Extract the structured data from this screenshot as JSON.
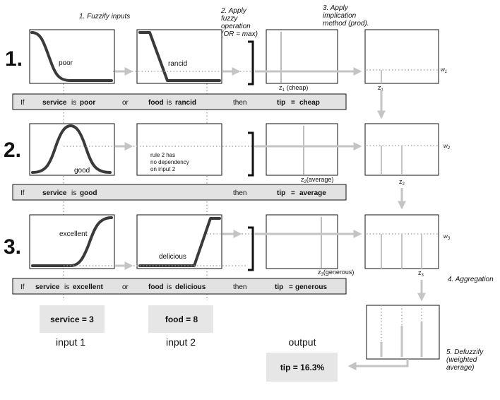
{
  "steps": {
    "fuzzify": "1. Fuzzify inputs",
    "apply_op": [
      "2. Apply",
      "fuzzy",
      "operation",
      "(OR = max)"
    ],
    "implication": [
      "3. Apply",
      "implication",
      "method (prod)."
    ],
    "aggregation": "4. Aggregation",
    "defuzzify": [
      "5. Defuzzify",
      "(weighted",
      "average)"
    ]
  },
  "rule_numbers": [
    "1.",
    "2.",
    "3."
  ],
  "rules": [
    {
      "if": "If",
      "input1": "service",
      "is1": "is",
      "term1": "poor",
      "op": "or",
      "input2": "food",
      "is2": "is",
      "term2": "rancid",
      "then": "then",
      "output": "tip",
      "eq": "=",
      "out_term": "cheap"
    },
    {
      "if": "If",
      "input1": "service",
      "is1": "is",
      "term1": "good",
      "op": "",
      "input2": "",
      "is2": "",
      "term2": "",
      "then": "then",
      "output": "tip",
      "eq": "=",
      "out_term": "average"
    },
    {
      "if": "If",
      "input1": "service",
      "is1": "is",
      "term1": "excellent",
      "op": "or",
      "input2": "food",
      "is2": "is",
      "term2": "delicious",
      "then": "then",
      "output": "tip",
      "eq": "=",
      "out_term": "generous"
    }
  ],
  "mf_labels": {
    "poor": "poor",
    "rancid": "rancid",
    "good": "good",
    "excellent": "excellent",
    "delicious": "delicious",
    "rule2_note": [
      "rule 2 has",
      "no dependency",
      "on input 2"
    ]
  },
  "z_labels": {
    "z1": "z",
    "z1_sub": "1",
    "z1_term": "(cheap)",
    "z2": "z",
    "z2_sub": "2",
    "z2_term": "(average)",
    "z3": "z",
    "z3_sub": "3",
    "z3_term": "(generous)"
  },
  "w_labels": {
    "w1": "w",
    "w1_sub": "1",
    "w2": "w",
    "w2_sub": "2",
    "w3": "w",
    "w3_sub": "3"
  },
  "inputs": {
    "input1_value": "service = 3",
    "input1_caption": "input 1",
    "input2_value": "food = 8",
    "input2_caption": "input 2"
  },
  "output": {
    "caption": "output",
    "value": "tip = 16.3%"
  }
}
